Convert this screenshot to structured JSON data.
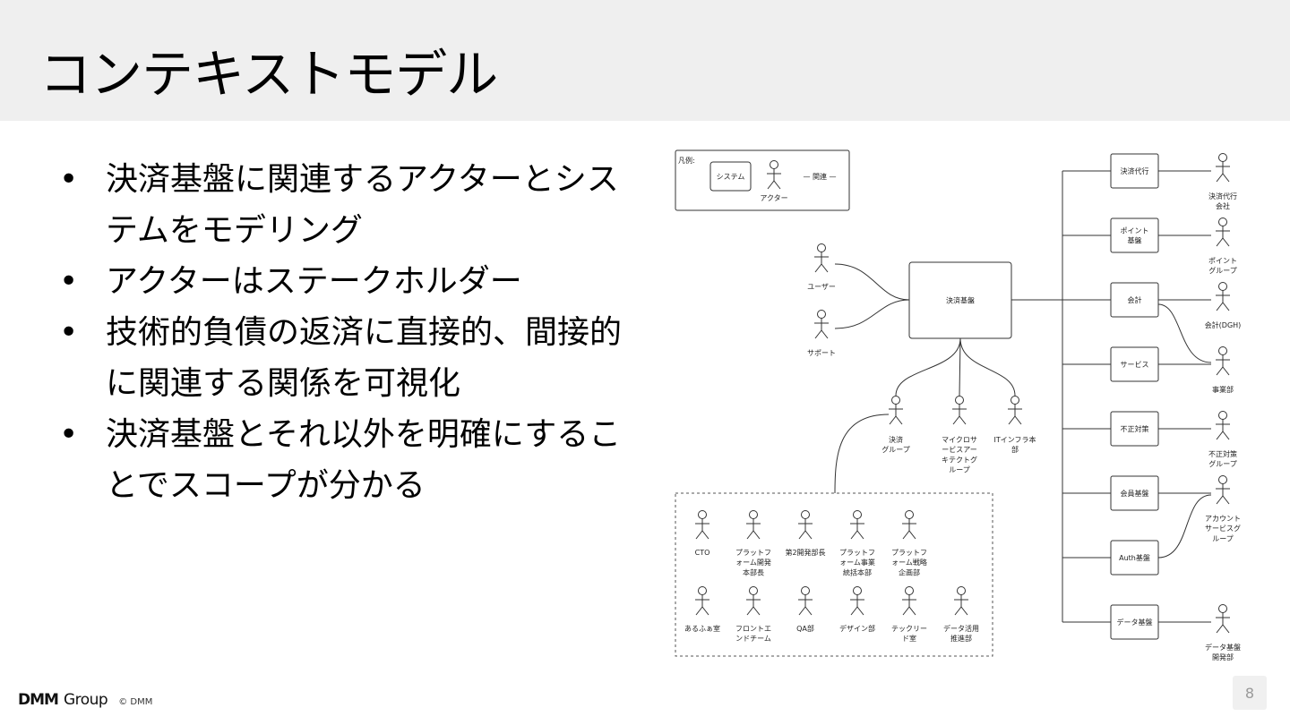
{
  "slide": {
    "title": "コンテキストモデル",
    "bullets": [
      "決済基盤に関連するアクターとシステムをモデリング",
      "アクターはステークホルダー",
      "技術的負債の返済に直接的、間接的に関連する関係を可視化",
      "決済基盤とそれ以外を明確にすることでスコープが分かる"
    ],
    "page_number": "8",
    "footer": {
      "logo_mark": "DMM",
      "logo_word": "Group",
      "copyright": "© DMM"
    }
  },
  "diagram": {
    "legend": {
      "title": "凡例:",
      "system": "システム",
      "actor": "アクター",
      "relation": "— 関連 —"
    },
    "core": "決済基盤",
    "left_actors": [
      [
        "ユーザー"
      ],
      [
        "サポート"
      ]
    ],
    "bottom_actors": [
      [
        "決済",
        "グループ"
      ],
      [
        "マイクロサ",
        "ービスアー",
        "キテクトグ",
        "ループ"
      ],
      [
        "ITインフラ本",
        "部"
      ]
    ],
    "systems": [
      [
        "決済代行"
      ],
      [
        "ポイント",
        "基盤"
      ],
      [
        "会計"
      ],
      [
        "サービス"
      ],
      [
        "不正対策"
      ],
      [
        "会員基盤"
      ],
      [
        "Auth基盤"
      ],
      [
        "データ基盤"
      ]
    ],
    "right_actors": [
      [
        "決済代行",
        "会社"
      ],
      [
        "ポイント",
        "グループ"
      ],
      [
        "会計(DGH)"
      ],
      [
        "事業部"
      ],
      [
        "不正対策",
        "グループ"
      ],
      [
        "アカウント",
        "サービスグ",
        "ループ"
      ],
      [
        "データ基盤",
        "開発部"
      ]
    ],
    "group_row1": [
      [
        "CTO"
      ],
      [
        "プラットフ",
        "ォーム開発",
        "本部長"
      ],
      [
        "第2開発部長"
      ],
      [
        "プラットフ",
        "ォーム事業",
        "統括本部"
      ],
      [
        "プラットフ",
        "ォーム戦略",
        "企画部"
      ]
    ],
    "group_row2": [
      [
        "あるふぁ室"
      ],
      [
        "フロントエ",
        "ンドチーム"
      ],
      [
        "QA部"
      ],
      [
        "デザイン部"
      ],
      [
        "テックリー",
        "ド室"
      ],
      [
        "データ活用",
        "推進部"
      ]
    ]
  }
}
